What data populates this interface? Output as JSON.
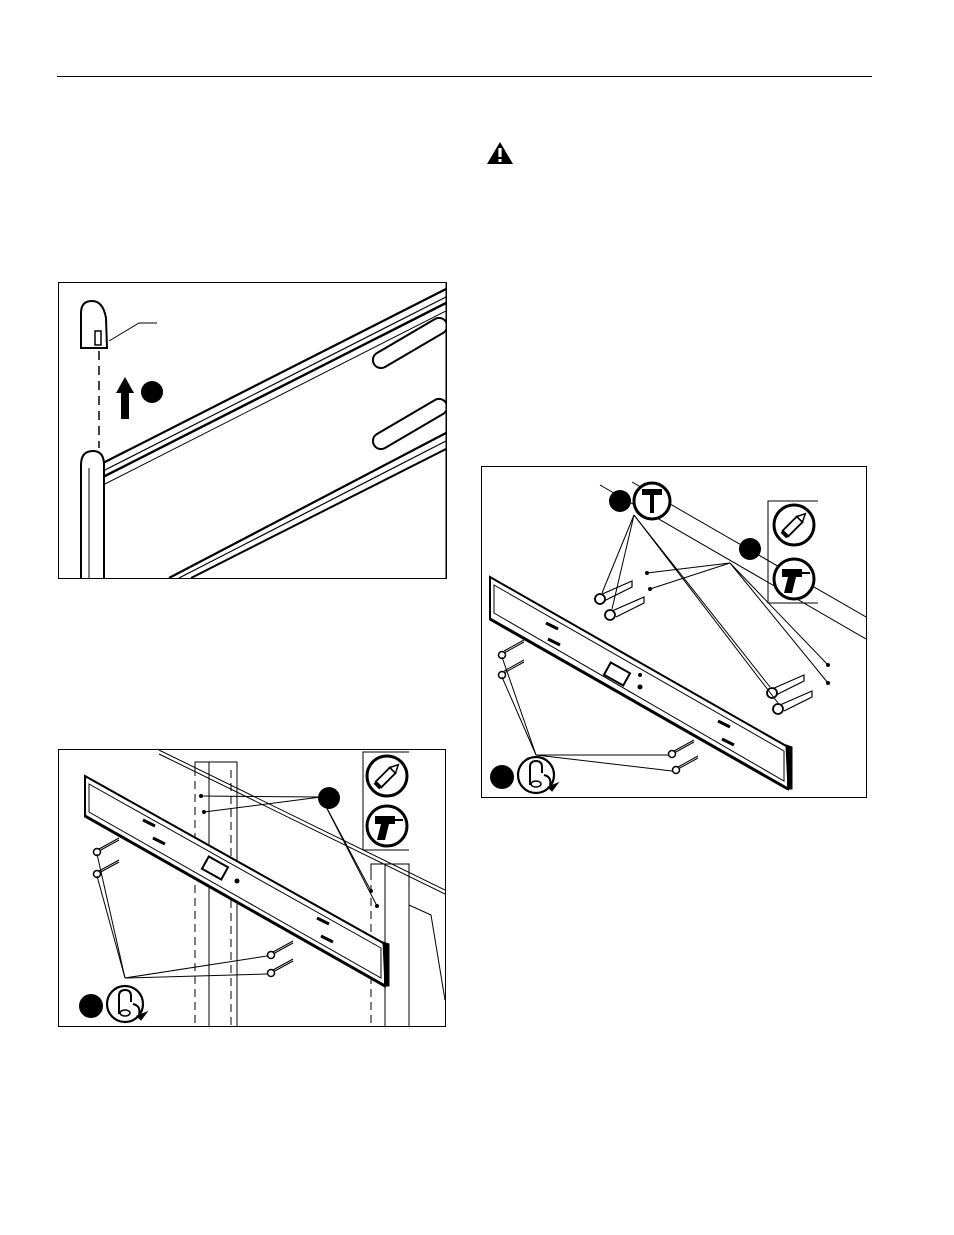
{
  "document": {
    "header_rule": true,
    "warning_icon": "warning-triangle-icon",
    "figures": [
      {
        "id": "end-cap-removal",
        "icons": [
          "end-cap-icon",
          "up-arrow-icon",
          "step-marker-icon"
        ]
      },
      {
        "id": "wood-stud-mounting",
        "icons": [
          "pencil-icon",
          "drill-icon",
          "screwdriver-turn-icon",
          "step-marker-icon"
        ]
      },
      {
        "id": "concrete-mounting",
        "icons": [
          "hammer-icon",
          "pencil-icon",
          "drill-icon",
          "screwdriver-turn-icon",
          "step-marker-icon"
        ]
      }
    ]
  }
}
